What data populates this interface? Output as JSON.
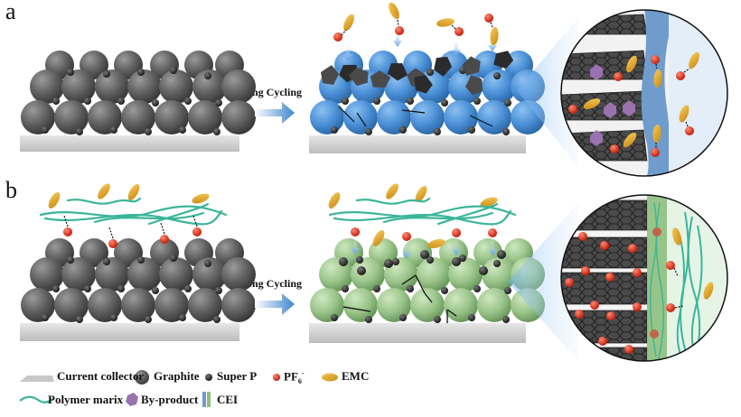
{
  "figure": {
    "panels": [
      {
        "label": "a",
        "transition_label": "Long Cycling",
        "description": "Conventional electrolyte: graphite electrode degrades to cracked particles with by-product on thick CEI"
      },
      {
        "label": "b",
        "transition_label": "Long Cycling",
        "description": "Polymer matrix electrolyte: graphite keeps structure with thin stable CEI"
      }
    ]
  },
  "legend": {
    "items": [
      {
        "name": "current-collector",
        "label": "Current collector"
      },
      {
        "name": "graphite",
        "label": "Graphite"
      },
      {
        "name": "super-p",
        "label": "Super P"
      },
      {
        "name": "pf6",
        "label_main": "PF",
        "label_sub": "6",
        "label_sup": "-"
      },
      {
        "name": "emc",
        "label": "EMC"
      },
      {
        "name": "polymer-matrix",
        "label": "Polymer marix"
      },
      {
        "name": "by-product",
        "label": "By-product"
      },
      {
        "name": "cei",
        "label": "CEI"
      }
    ]
  },
  "colors": {
    "graphite": "#6b6b6b",
    "graphite_cycled_a": "#4a8fd6",
    "graphite_cycled_b": "#9ac48a",
    "super_p": "#2a2a2a",
    "pf6": "#e0331c",
    "emc": "#e0a526",
    "polymer": "#3bb59a",
    "by_product": "#9a72b0",
    "cei_a": "#6f9ccc",
    "cei_b": "#8dbf7d",
    "collector": "#cfcfcf",
    "arrow": "#4a90d0"
  }
}
